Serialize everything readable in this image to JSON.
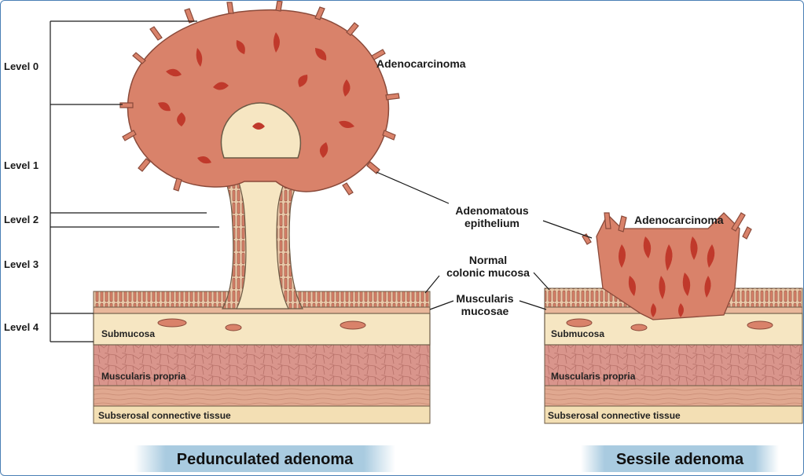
{
  "labels": {
    "level_0": "Level 0",
    "level_1": "Level 1",
    "level_2": "Level 2",
    "level_3": "Level 3",
    "level_4": "Level 4",
    "adenocarcinoma_left": "Adenocarcinoma",
    "adenocarcinoma_right": "Adenocarcinoma",
    "adenomatous_line1": "Adenomatous",
    "adenomatous_line2": "epithelium",
    "normal_line1": "Normal",
    "normal_line2": "colonic mucosa",
    "muscularis_line1": "Muscularis",
    "muscularis_line2": "mucosae",
    "submucosa_left": "Submucosa",
    "submucosa_right": "Submucosa",
    "muscularis_propria_left": "Muscularis propria",
    "muscularis_propria_right": "Muscularis propria",
    "subserosal_left": "Subserosal connective tissue",
    "subserosal_right": "Subserosal connective tissue"
  },
  "banners": {
    "pedunculated": "Pedunculated adenoma",
    "sessile": "Sessile adenoma"
  },
  "colors": {
    "tumor": "#d9826a",
    "tumor_dark": "#c0392b",
    "submucosa": "#f6e6c2",
    "muscularis_propria": "#d9958c",
    "subserosa": "#f3dfb4",
    "banner": "#a9cbe0",
    "frame": "#4a7fb5"
  }
}
